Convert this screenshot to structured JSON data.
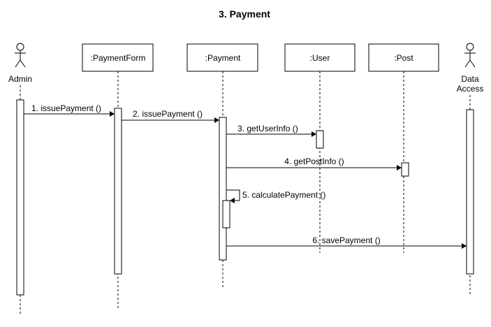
{
  "title": "3. Payment",
  "participants": [
    {
      "id": "admin",
      "label": "Admin",
      "kind": "actor"
    },
    {
      "id": "paymentform",
      "label": ":PaymentForm",
      "kind": "object"
    },
    {
      "id": "payment",
      "label": ":Payment",
      "kind": "object"
    },
    {
      "id": "user",
      "label": ":User",
      "kind": "object"
    },
    {
      "id": "post",
      "label": ":Post",
      "kind": "object"
    },
    {
      "id": "dataaccess",
      "label": "Data\nAccess",
      "label_lines": [
        "Data",
        "Access"
      ],
      "kind": "actor"
    }
  ],
  "messages": [
    {
      "label": "1. issuePayment ()",
      "from": "admin",
      "to": "paymentform"
    },
    {
      "label": "2. issuePayment ()",
      "from": "paymentform",
      "to": "payment"
    },
    {
      "label": "3. getUserInfo ()",
      "from": "payment",
      "to": "user"
    },
    {
      "label": "4. getPostInfo ()",
      "from": "payment",
      "to": "post"
    },
    {
      "label": "5. calculatePayment ()",
      "from": "payment",
      "to": "payment",
      "self": true
    },
    {
      "label": "6. savePayment ()",
      "from": "payment",
      "to": "dataaccess"
    }
  ]
}
